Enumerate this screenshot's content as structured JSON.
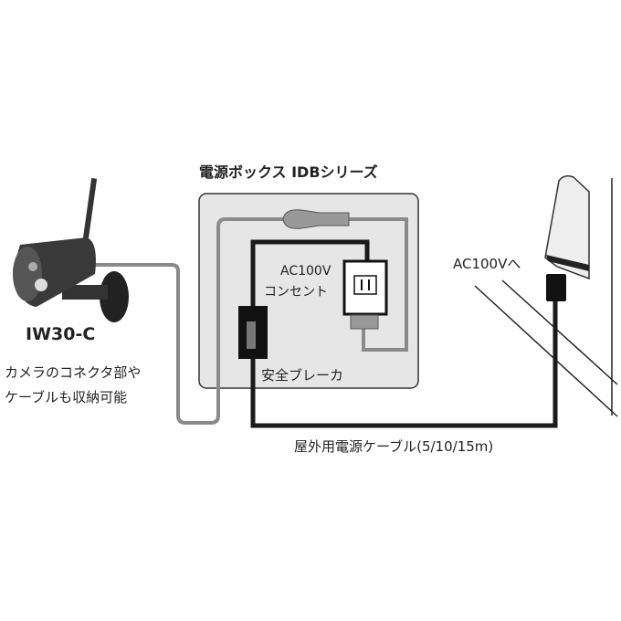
{
  "box_title": "電源ボックス IDBシリーズ",
  "camera_model": "IW30-C",
  "camera_note_line1": "カメラのコネクタ部や",
  "camera_note_line2": "ケーブルも収納可能",
  "outlet_label_line1": "AC100V",
  "outlet_label_line2": "コンセント",
  "breaker_label": "安全ブレーカ",
  "mains_label": "AC100Vへ",
  "cable_label": "屋外用電源ケーブル(5/10/15m)",
  "colors": {
    "grey_cable": "#8a8a8a",
    "black_cable": "#1a1a1a",
    "box_fill": "#e6e6e6"
  }
}
